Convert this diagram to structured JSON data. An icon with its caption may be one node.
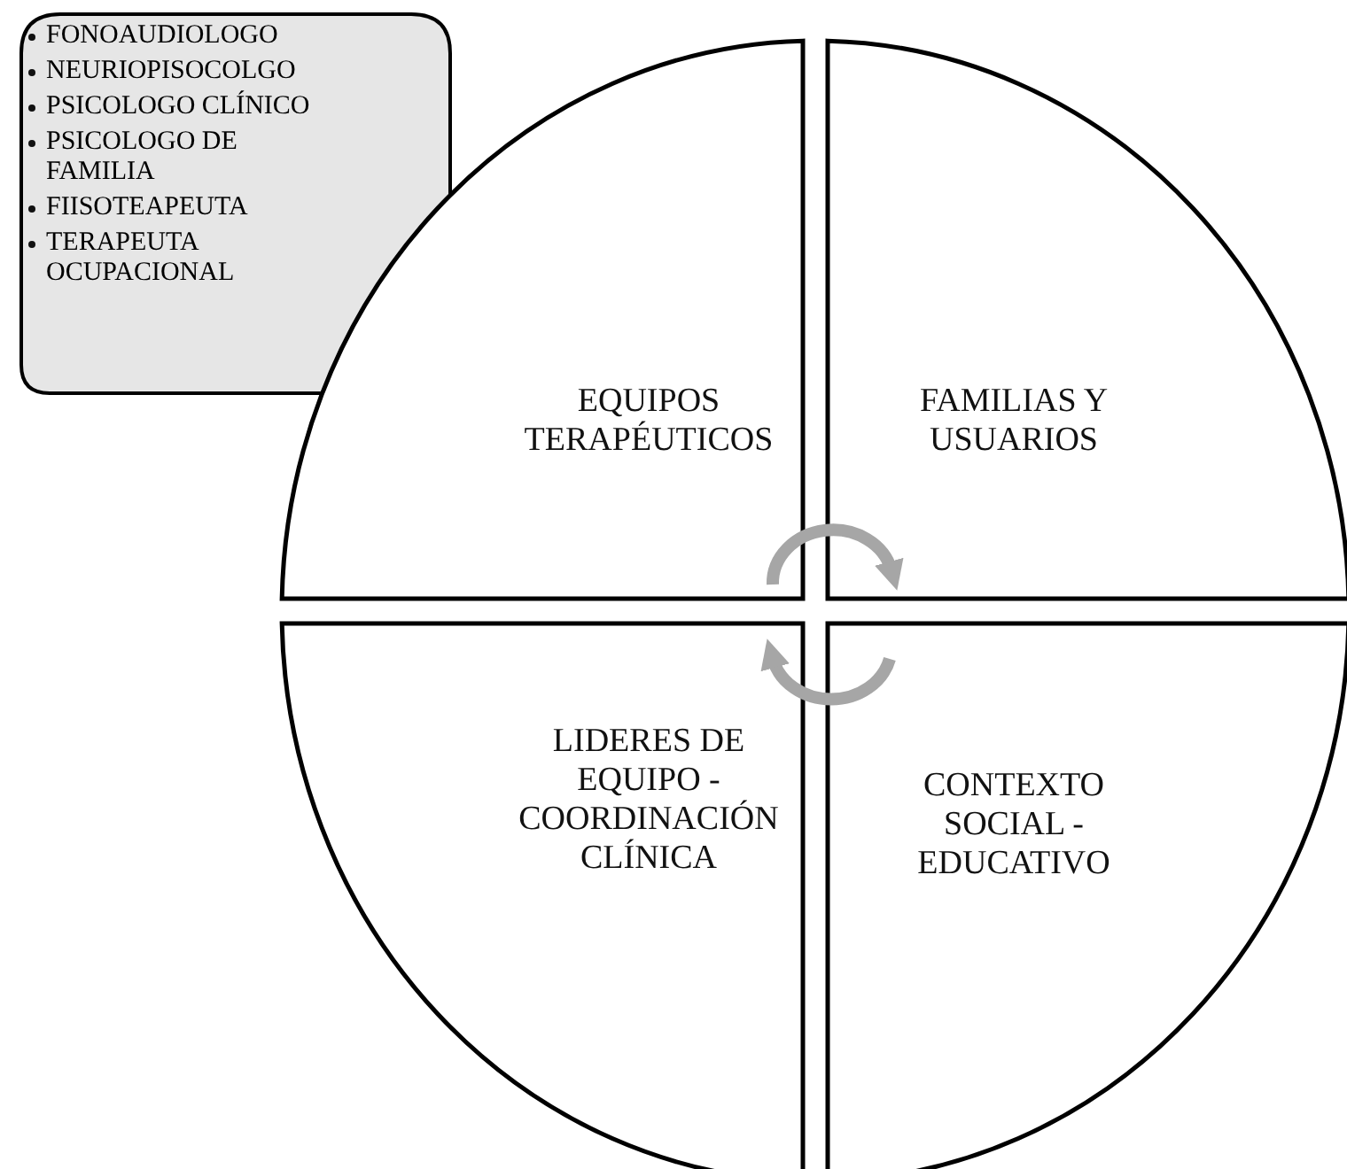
{
  "diagram": {
    "nodes": [
      {
        "text": [
          "FONOAUDIOLOGO",
          "NEURIOPISOCOLGO",
          "PSICOLOGO CLÍNICO",
          "PSICOLOGO DE FAMILIA",
          "FIISOTEAPEUTA",
          "TERAPEUTA OCUPACIONAL"
        ]
      },
      {
        "text": [
          "EQUIPOS TERAPÉUTICOS"
        ]
      },
      {
        "text": [
          "FAMILIAS Y USUARIOS"
        ]
      },
      {
        "text": [
          "LIDERES DE EQUIPO - COORDINACIÓN CLÍNICA"
        ]
      },
      {
        "text": [
          "CONTEXTO SOCIAL - EDUCATIVO"
        ]
      }
    ],
    "edges": [
      {
        "from": 1,
        "to": 2,
        "arrow": "to"
      },
      {
        "from": 4,
        "to": 3,
        "arrow": "to"
      }
    ]
  }
}
